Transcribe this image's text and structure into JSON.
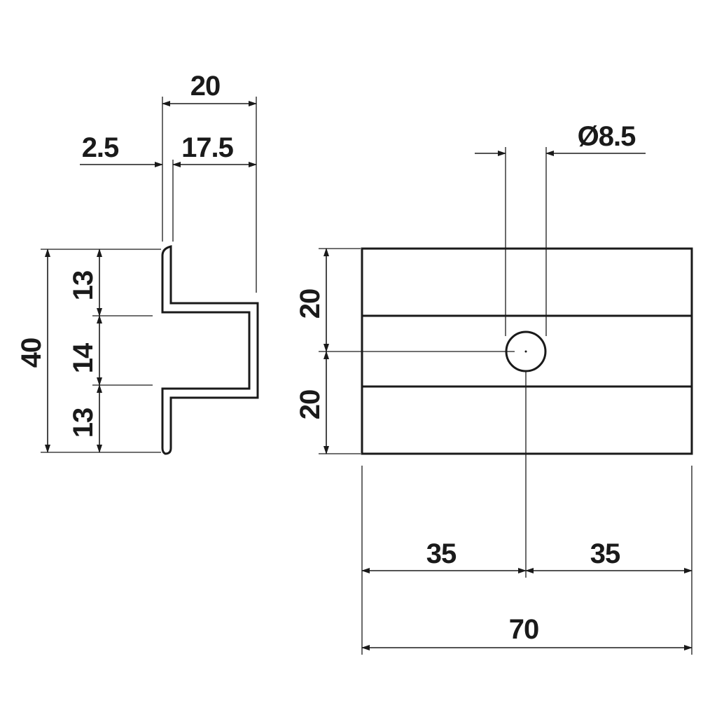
{
  "side_view": {
    "dimensions": {
      "overall_width": "20",
      "wall_thickness": "2.5",
      "flange_depth": "17.5",
      "overall_height": "40",
      "top_segment": "13",
      "middle_segment": "14",
      "bottom_segment": "13"
    }
  },
  "front_view": {
    "dimensions": {
      "hole_diameter": "Ø8.5",
      "upper_half_height": "20",
      "lower_half_height": "20",
      "left_to_hole": "35",
      "hole_to_right": "35",
      "overall_length": "70"
    }
  }
}
